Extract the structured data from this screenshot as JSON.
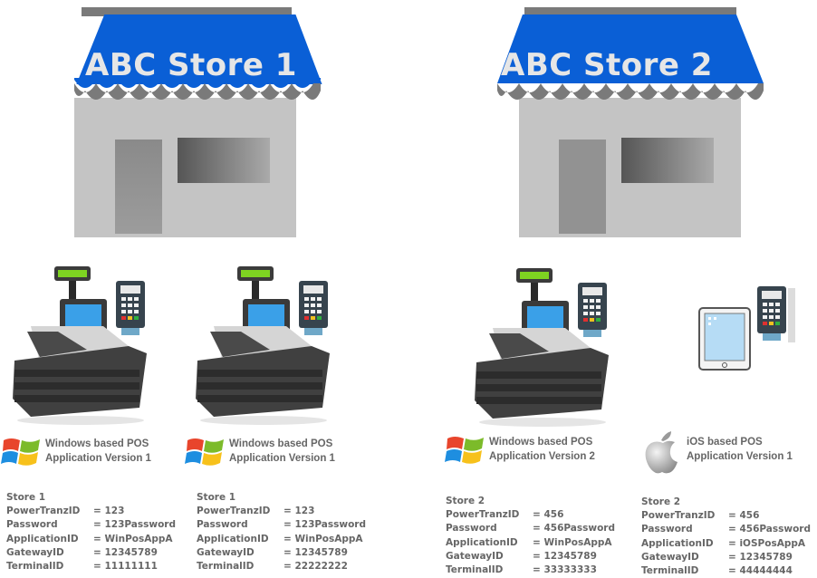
{
  "stores": [
    {
      "title": "ABC Store 1",
      "terminals": [
        {
          "device": "pos-terminal",
          "os_icon": "windows-logo-icon",
          "os_line1": "Windows based POS",
          "os_line2": "Application Version 1",
          "store_label": "Store 1",
          "fields": [
            {
              "key": "PowerTranzID",
              "value": "= 123"
            },
            {
              "key": "Password",
              "value": "= 123Password"
            },
            {
              "key": "ApplicationID",
              "value": "= WinPosAppA"
            },
            {
              "key": "GatewayID",
              "value": "= 12345789"
            },
            {
              "key": "TerminalID",
              "value": "= 11111111"
            }
          ]
        },
        {
          "device": "pos-terminal",
          "os_icon": "windows-logo-icon",
          "os_line1": "Windows based POS",
          "os_line2": "Application Version 1",
          "store_label": "Store 1",
          "fields": [
            {
              "key": "PowerTranzID",
              "value": "= 123"
            },
            {
              "key": "Password",
              "value": "= 123Password"
            },
            {
              "key": "ApplicationID",
              "value": "= WinPosAppA"
            },
            {
              "key": "GatewayID",
              "value": "= 12345789"
            },
            {
              "key": "TerminalID",
              "value": "= 22222222"
            }
          ]
        }
      ]
    },
    {
      "title": "ABC Store 2",
      "terminals": [
        {
          "device": "pos-terminal",
          "os_icon": "windows-logo-icon",
          "os_line1": "Windows based POS",
          "os_line2": "Application Version 2",
          "store_label": "Store 2",
          "fields": [
            {
              "key": "PowerTranzID",
              "value": "= 456"
            },
            {
              "key": "Password",
              "value": "= 456Password"
            },
            {
              "key": "ApplicationID",
              "value": "= WinPosAppA"
            },
            {
              "key": "GatewayID",
              "value": "= 12345789"
            },
            {
              "key": "TerminalID",
              "value": "= 33333333"
            }
          ]
        },
        {
          "device": "tablet",
          "os_icon": "apple-logo-icon",
          "os_line1": "iOS based POS",
          "os_line2": "Application Version 1",
          "store_label": "Store 2",
          "fields": [
            {
              "key": "PowerTranzID",
              "value": "= 456"
            },
            {
              "key": "Password",
              "value": "= 456Password"
            },
            {
              "key": "ApplicationID",
              "value": "= iOSPosAppA"
            },
            {
              "key": "GatewayID",
              "value": "= 12345789"
            },
            {
              "key": "TerminalID",
              "value": "= 44444444"
            }
          ]
        }
      ]
    }
  ],
  "colors": {
    "awning": "#0a5fd6",
    "awning_scallop": "#7a7a7a",
    "wall": "#c4c4c4",
    "door": "#8f8f8f",
    "window_dark": "#5a5a5a",
    "window_light": "#a8a8a8",
    "screen": "#3aa0e8",
    "display_green": "#7ed321"
  }
}
